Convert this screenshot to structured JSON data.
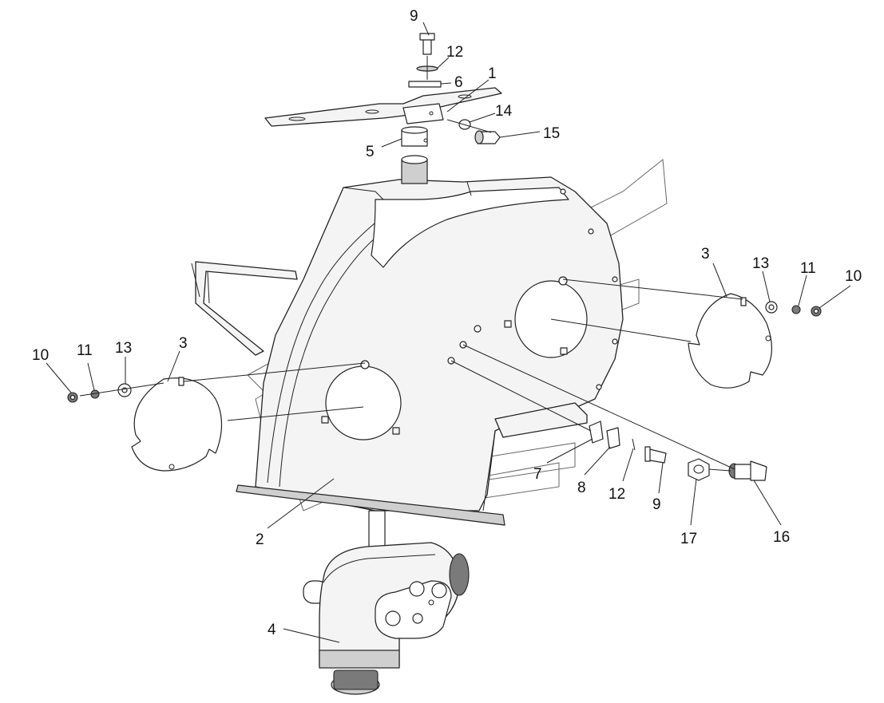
{
  "diagram": {
    "callouts": [
      {
        "id": "c1",
        "text": "1"
      },
      {
        "id": "c2",
        "text": "2"
      },
      {
        "id": "c3a",
        "text": "3"
      },
      {
        "id": "c3b",
        "text": "3"
      },
      {
        "id": "c4",
        "text": "4"
      },
      {
        "id": "c5",
        "text": "5"
      },
      {
        "id": "c6",
        "text": "6"
      },
      {
        "id": "c7",
        "text": "7"
      },
      {
        "id": "c8",
        "text": "8"
      },
      {
        "id": "c9a",
        "text": "9"
      },
      {
        "id": "c9b",
        "text": "9"
      },
      {
        "id": "c10a",
        "text": "10"
      },
      {
        "id": "c10b",
        "text": "10"
      },
      {
        "id": "c11a",
        "text": "11"
      },
      {
        "id": "c11b",
        "text": "11"
      },
      {
        "id": "c12a",
        "text": "12"
      },
      {
        "id": "c12b",
        "text": "12"
      },
      {
        "id": "c13a",
        "text": "13"
      },
      {
        "id": "c13b",
        "text": "13"
      },
      {
        "id": "c14",
        "text": "14"
      },
      {
        "id": "c15",
        "text": "15"
      },
      {
        "id": "c16",
        "text": "16"
      },
      {
        "id": "c17",
        "text": "17"
      }
    ]
  }
}
